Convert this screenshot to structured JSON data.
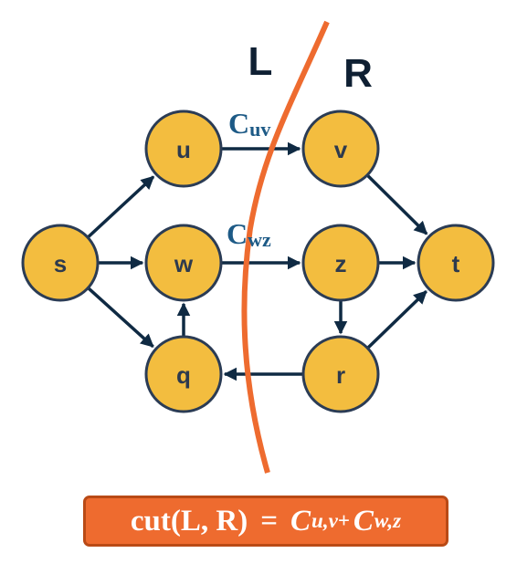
{
  "colors": {
    "node_fill": "#f3bd3f",
    "node_border": "#2b3c55",
    "node_text": "#2d3a4e",
    "edge": "#0f2a43",
    "cut_line": "#ee6b2f",
    "capacity_label": "#1d5a86",
    "region_label": "#0f2033",
    "formula_bg": "#ee6b2f",
    "formula_border": "#b94a16",
    "formula_text": "#ffffff"
  },
  "regions": {
    "left": "L",
    "right": "R"
  },
  "nodes": {
    "s": "s",
    "u": "u",
    "w": "w",
    "q": "q",
    "v": "v",
    "z": "z",
    "r": "r",
    "t": "t"
  },
  "edges": [
    {
      "from": "s",
      "to": "u"
    },
    {
      "from": "s",
      "to": "w"
    },
    {
      "from": "s",
      "to": "q"
    },
    {
      "from": "q",
      "to": "w"
    },
    {
      "from": "u",
      "to": "v"
    },
    {
      "from": "w",
      "to": "z"
    },
    {
      "from": "r",
      "to": "q"
    },
    {
      "from": "v",
      "to": "t"
    },
    {
      "from": "z",
      "to": "t"
    },
    {
      "from": "z",
      "to": "r"
    },
    {
      "from": "r",
      "to": "t"
    }
  ],
  "capacities": {
    "uv": {
      "symbol": "C",
      "subscript": "uv"
    },
    "wz": {
      "symbol": "C",
      "subscript": "wz"
    }
  },
  "formula": {
    "lhs": "cut(L, R)",
    "equals": "=",
    "term1_symbol": "C",
    "term1_subscript": "u,v+",
    "term2_symbol": "C",
    "term2_subscript": "w,z"
  }
}
